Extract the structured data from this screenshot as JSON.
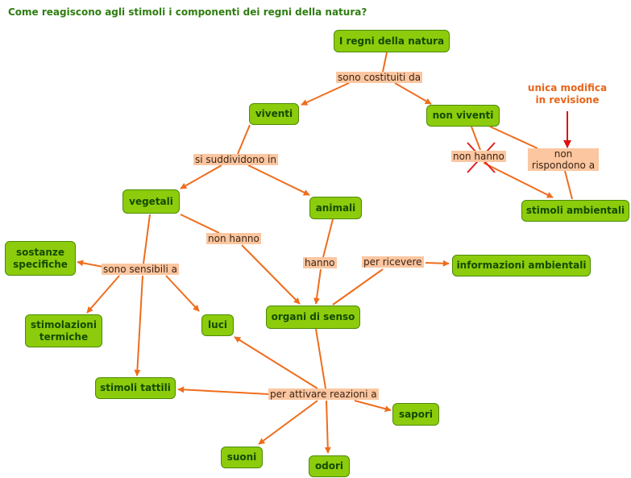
{
  "title": "Come reagiscono agli stimoli i componenti dei regni della natura?",
  "colors": {
    "node_fill": "#8ccc0c",
    "node_border": "#4d8a06",
    "node_text": "#154a00",
    "link_label_fill": "#fbc6a0",
    "arrow": "#ef6d1c",
    "note_text": "#e8651a",
    "note_arrow": "#e01010",
    "cross_mark": "#e02020"
  },
  "nodes": {
    "regni": "I regni della natura",
    "viventi": "viventi",
    "non_viventi": "non viventi",
    "vegetali": "vegetali",
    "animali": "animali",
    "stimoli_ambientali": "stimoli ambientali",
    "sostanze": "sostanze\nspecifiche",
    "organi": "organi di senso",
    "informazioni": "informazioni ambientali",
    "stimolazioni": "stimolazioni\ntermiche",
    "luci": "luci",
    "tattili": "stimoli tattili",
    "sapori": "sapori",
    "suoni": "suoni",
    "odori": "odori"
  },
  "labels": {
    "costituiti": "sono costituiti da",
    "suddividono": "si suddividono in",
    "non_hanno_nv": "non hanno",
    "non_rispondono": "non\nrispondono a",
    "non_hanno_veg": "non hanno",
    "hanno": "hanno",
    "sensibili": "sono sensibili a",
    "ricevere": "per ricevere",
    "attivare": "per attivare reazioni a"
  },
  "annotation": {
    "note": "unica modifica\nin revisione",
    "note_arrow_icon": "down-arrow-icon",
    "cross_icon": "cross-mark-icon"
  }
}
